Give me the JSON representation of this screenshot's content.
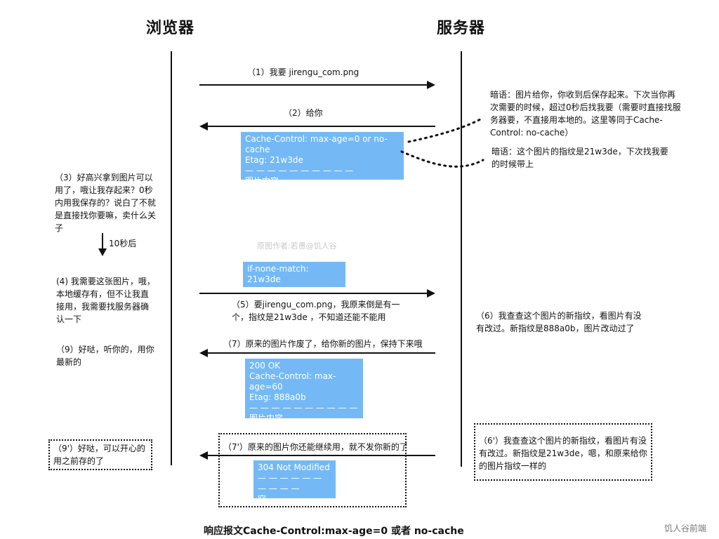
{
  "headers": {
    "browser": "浏览器",
    "server": "服务器"
  },
  "messages": {
    "m1": "（1）我要 jirengu_com.png",
    "m2": "（2）给你",
    "m5a": "（5）要jirengu_com.png，我原来倒是有一",
    "m5b": "个，指纹是21w3de ，不知道还能不能用",
    "m7": "（7）原来的图片作废了，给你新的图片，保持下来哦",
    "m7p": "（7'）原来的图片你还能继续用，就不发你新的了"
  },
  "boxes": {
    "resp1": [
      "Cache-Control: max-age=0 or no-cache",
      "Etag: 21w3de",
      "— — — — — — — — — —",
      "图片内容"
    ],
    "req2": [
      "if-none-match: 21w3de",
      "— — — — — — — — — —"
    ],
    "resp2": [
      "200 OK",
      "Cache-Control: max-age=60",
      "Etag: 888a0b",
      "— — — — — — — — — —",
      "图片内容"
    ],
    "resp3": [
      "304 Not Modified",
      "— — — — — — — — — —",
      "空"
    ]
  },
  "notes": {
    "aside1": [
      "暗语：图片给你，你收到后保存起来。下次当你再",
      "次需要的时候，超过0秒后找我要（需要时直接找服",
      "务器要，不直接用本地的。这里等同于Cache-",
      "Control:  no-cache）"
    ],
    "aside2": [
      "暗语：这个图片的指纹是21w3de，下次找我要",
      "的时候带上"
    ],
    "n3": [
      "（3）好高兴拿到图片可以",
      "用了，哦让我存起来？0秒",
      "内用我保存的？说白了不就",
      "是直接找你要嘛，卖什么关",
      "子"
    ],
    "delay": "10秒后",
    "n4": [
      "(4) 我需要这张图片，哦，",
      "本地缓存有，但不让我直",
      "接用，我需要找服务器确",
      "认一下"
    ],
    "n6": [
      "（6）我查查这个图片的新指纹，看图片有没",
      "有改过。新指纹是888a0b，图片改动过了"
    ],
    "n9": [
      "（9）好哒，听你的，用你",
      "最新的"
    ],
    "n9p": [
      "（9'）好哒，可以开心的",
      "用之前存的了"
    ],
    "n6p": [
      "（6'）我查查这个图片的新指纹，看图片有没",
      "有改过。新指纹是21w3de，嗯，和原来给你",
      "的图片指纹一样的"
    ]
  },
  "watermark": "原图作者:若愚@饥人谷",
  "footer": "响应报文Cache-Control:max-age=0 或者 no-cache",
  "credit": "饥人谷前端"
}
